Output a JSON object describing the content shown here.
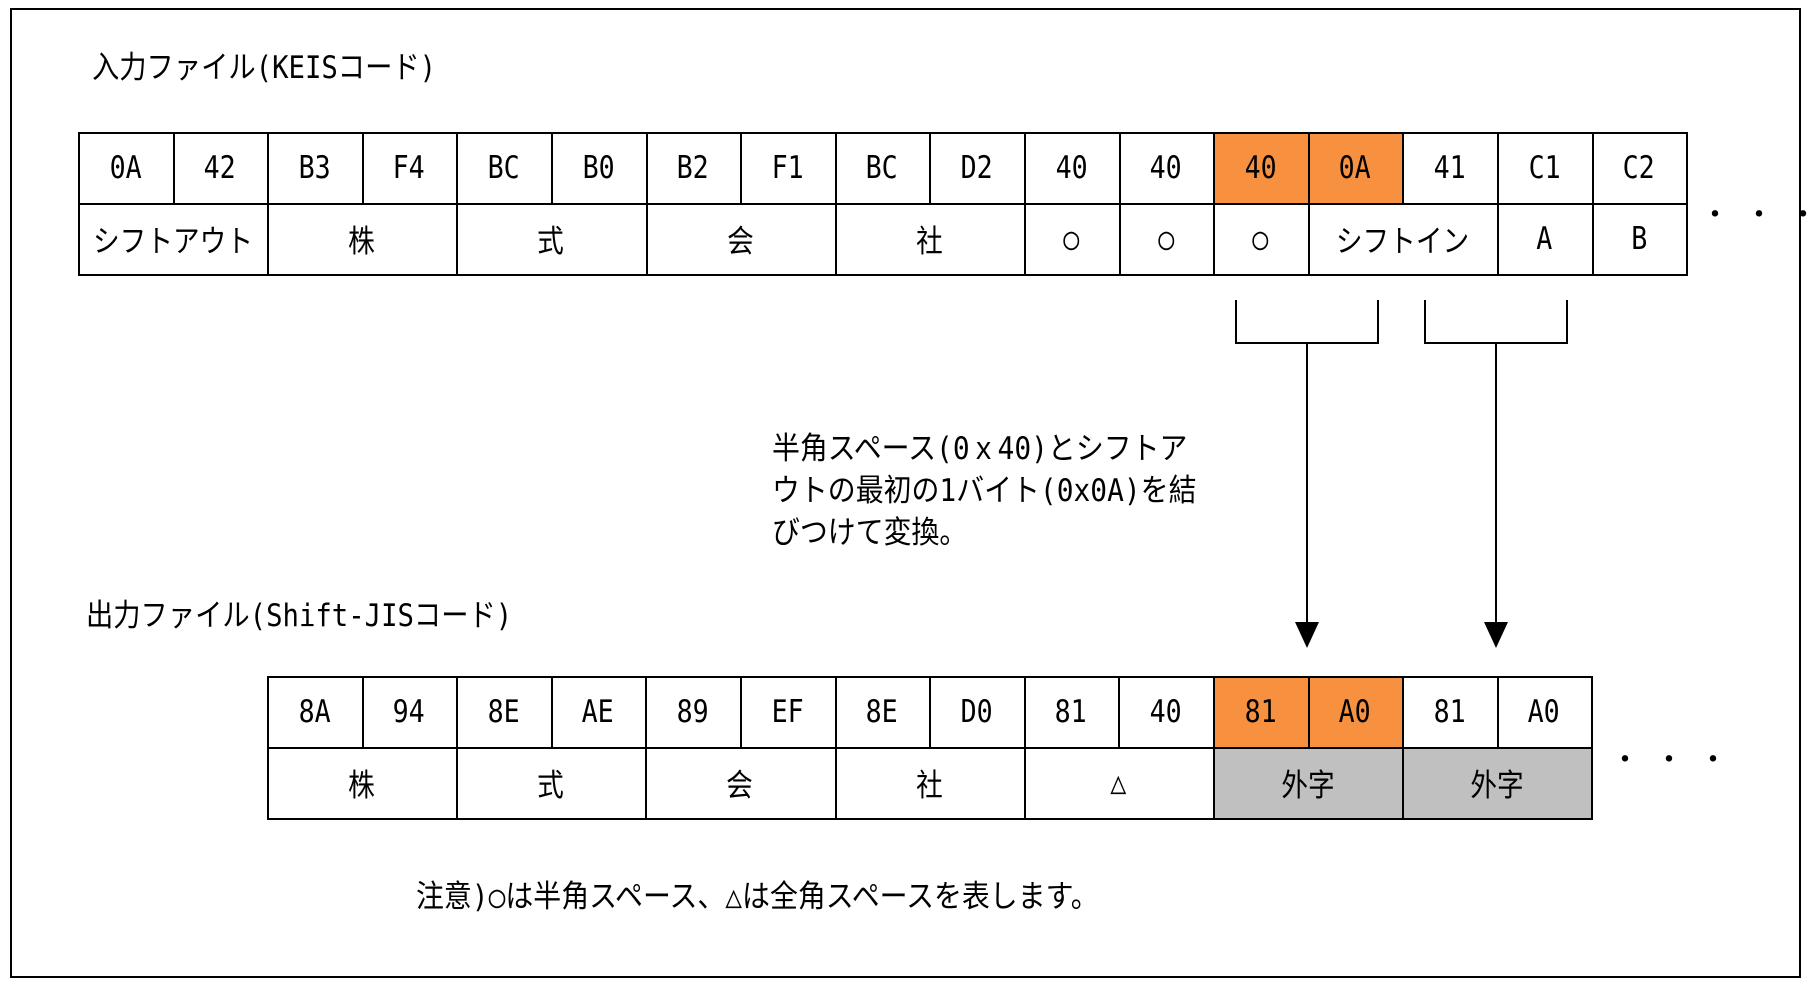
{
  "input": {
    "title": "入力ファイル(KEISコード)",
    "hex_row": [
      "0A",
      "42",
      "B3",
      "F4",
      "BC",
      "B0",
      "B2",
      "F1",
      "BC",
      "D2",
      "40",
      "40",
      "40",
      "0A",
      "41",
      "C1",
      "C2"
    ],
    "highlight_indices": [
      12,
      13
    ],
    "char_row": [
      {
        "text": "シフトアウト",
        "span": 2
      },
      {
        "text": "株",
        "span": 2
      },
      {
        "text": "式",
        "span": 2
      },
      {
        "text": "会",
        "span": 2
      },
      {
        "text": "社",
        "span": 2
      },
      {
        "text": "○",
        "span": 1
      },
      {
        "text": "○",
        "span": 1
      },
      {
        "text": "○",
        "span": 1
      },
      {
        "text": "シフトイン",
        "span": 2
      },
      {
        "text": "A",
        "span": 1
      },
      {
        "text": "B",
        "span": 1
      }
    ],
    "continuation": "・・・"
  },
  "explanation": {
    "lines": [
      "半角スペース(0ｘ40)とシフトア",
      "ウトの最初の1バイト(0x0A)を結",
      "びつけて変換。"
    ]
  },
  "output": {
    "title": "出力ファイル(Shift-JISコード)",
    "hex_row": [
      "8A",
      "94",
      "8E",
      "AE",
      "89",
      "EF",
      "8E",
      "D0",
      "81",
      "40",
      "81",
      "A0",
      "81",
      "A0"
    ],
    "highlight_indices": [
      10,
      11
    ],
    "char_row": [
      {
        "text": "株",
        "span": 2,
        "gaiji": false
      },
      {
        "text": "式",
        "span": 2,
        "gaiji": false
      },
      {
        "text": "会",
        "span": 2,
        "gaiji": false
      },
      {
        "text": "社",
        "span": 2,
        "gaiji": false
      },
      {
        "text": "△",
        "span": 2,
        "gaiji": false
      },
      {
        "text": "外字",
        "span": 2,
        "gaiji": true
      },
      {
        "text": "外字",
        "span": 2,
        "gaiji": true
      }
    ],
    "continuation": "・・・"
  },
  "footnote": "注意)○は半角スペース、△は全角スペースを表します。",
  "colors": {
    "highlight": "#f7913f",
    "gaiji_fill": "#c0c0c0",
    "line": "#000000"
  }
}
